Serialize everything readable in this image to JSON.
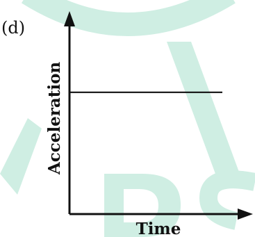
{
  "panel_label": "(d)",
  "chart_data": {
    "type": "line",
    "xlabel": "Time",
    "ylabel": "Acceleration",
    "x": [
      0,
      1
    ],
    "series": [
      {
        "values": [
          0.6,
          0.6
        ]
      }
    ],
    "xlim": [
      0,
      1.2
    ],
    "ylim": [
      0,
      1
    ],
    "grid": false,
    "tick_labels": false
  },
  "colors": {
    "axis": "#111111",
    "watermark": "#cfeee3"
  }
}
